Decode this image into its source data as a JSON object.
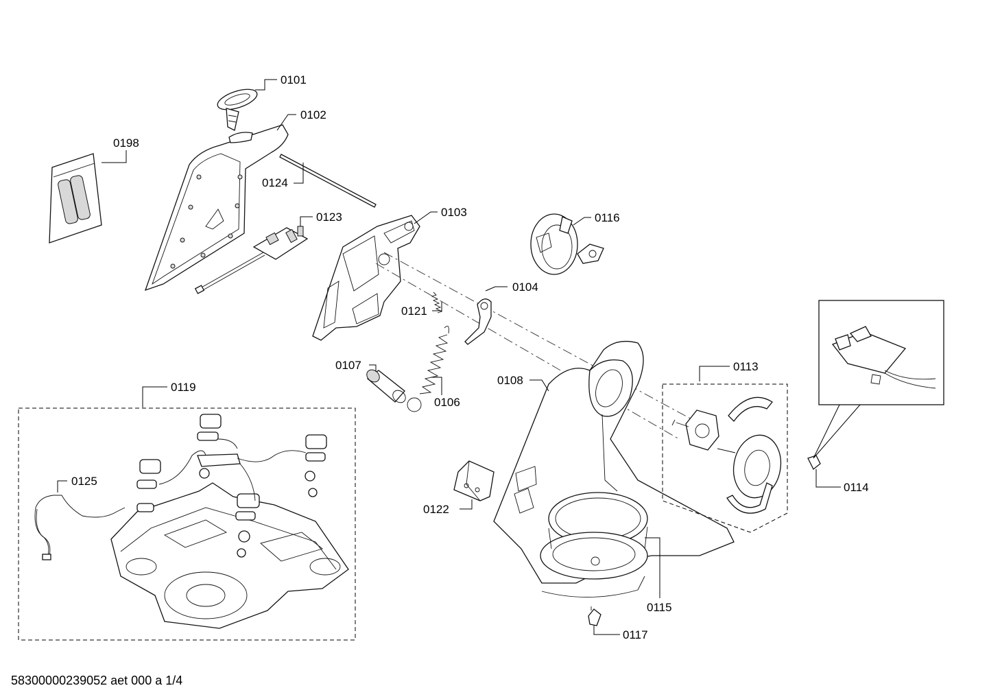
{
  "diagram": {
    "part_labels": {
      "p0101": "0101",
      "p0102": "0102",
      "p0198": "0198",
      "p0124": "0124",
      "p0123": "0123",
      "p0103": "0103",
      "p0116": "0116",
      "p0104": "0104",
      "p0121": "0121",
      "p0107": "0107",
      "p0106": "0106",
      "p0108": "0108",
      "p0113": "0113",
      "p0119": "0119",
      "p0125": "0125",
      "p0114": "0114",
      "p0122": "0122",
      "p0115": "0115",
      "p0117": "0117"
    },
    "document_id": "58300000239052 aet 000 a 1/4"
  }
}
